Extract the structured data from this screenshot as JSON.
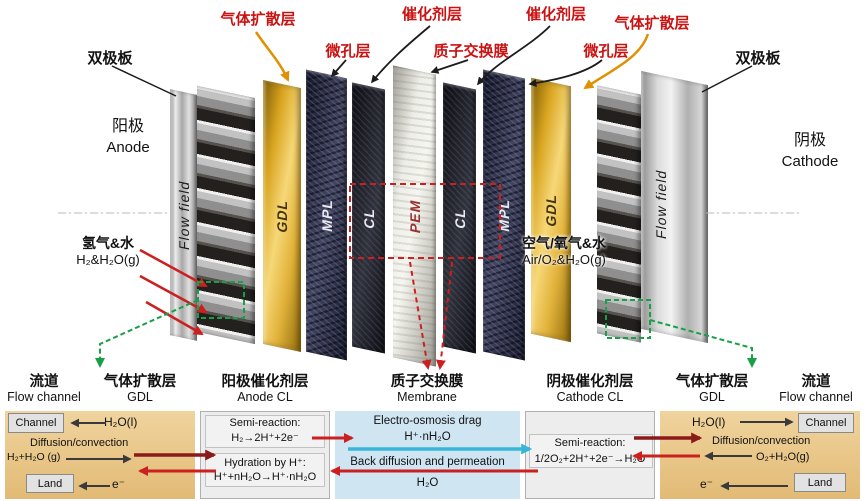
{
  "colors": {
    "label_red": "#cc1111",
    "gdl_gold": "#d9a520",
    "membrane_fill": "#cfe5f2",
    "gdl_channel_tan": "#e9c98a",
    "cl_box_gray": "#ededed",
    "arrow_red": "#cc2020",
    "arrow_dark_red": "#8b1a1a",
    "arrow_cyan": "#38b6d8",
    "green_dashed": "#18a048"
  },
  "stack": {
    "labels_top": {
      "gdl_left": "气体扩散层",
      "mpl_left": "微孔层",
      "cl_left": "催化剂层",
      "pem": "质子交换膜",
      "cl_right": "催化剂层",
      "mpl_right": "微孔层",
      "gdl_right": "气体扩散层",
      "bipolar_left": "双极板",
      "bipolar_right": "双极板"
    },
    "anode": {
      "cn": "阳极",
      "en": "Anode"
    },
    "cathode": {
      "cn": "阴极",
      "en": "Cathode"
    },
    "layers": {
      "flow_left": "Flow field",
      "gdl_left": "GDL",
      "mpl_left": "MPL",
      "cl_left": "CL",
      "pem": "PEM",
      "cl_right": "CL",
      "mpl_right": "MPL",
      "gdl_right": "GDL",
      "flow_right": "Flow field"
    },
    "inlet_left": {
      "cn": "氢气&水",
      "en": "H₂&H₂O(g)"
    },
    "inlet_right": {
      "cn": "空气/氧气&水",
      "en": "Air/O₂&H₂O(g)"
    }
  },
  "bottom": {
    "headers": [
      {
        "cn": "流道",
        "en": "Flow channel"
      },
      {
        "cn": "气体扩散层",
        "en": "GDL"
      },
      {
        "cn": "阳极催化剂层",
        "en": "Anode CL"
      },
      {
        "cn": "质子交换膜",
        "en": "Membrane"
      },
      {
        "cn": "阴极催化剂层",
        "en": "Cathode CL"
      },
      {
        "cn": "气体扩散层",
        "en": "GDL"
      },
      {
        "cn": "流道",
        "en": "Flow channel"
      }
    ],
    "left_channel": {
      "channel": "Channel",
      "water": "H₂O(l)",
      "diffusion": "Diffusion/convection",
      "gas": "H₂+H₂O (g)",
      "land": "Land",
      "electron": "e⁻"
    },
    "anode_cl": {
      "semi_title": "Semi-reaction:",
      "semi_eq": "H₂→2H⁺+2e⁻",
      "hydration_title": "Hydration by H⁺:",
      "hydration_eq": "H⁺+nH₂O→H⁺·nH₂O"
    },
    "membrane": {
      "drag_title": "Electro-osmosis drag",
      "drag_species": "H⁺·nH₂O",
      "back_title": "Back diffusion and permeation",
      "back_species": "H₂O"
    },
    "cathode_cl": {
      "semi_title": "Semi-reaction:",
      "semi_eq": "1/2O₂+2H⁺+2e⁻→H₂O"
    },
    "right_channel": {
      "water": "H₂O(l)",
      "channel": "Channel",
      "diffusion": "Diffusion/convection",
      "gas": "O₂+H₂O(g)",
      "land": "Land",
      "electron": "e⁻"
    }
  }
}
